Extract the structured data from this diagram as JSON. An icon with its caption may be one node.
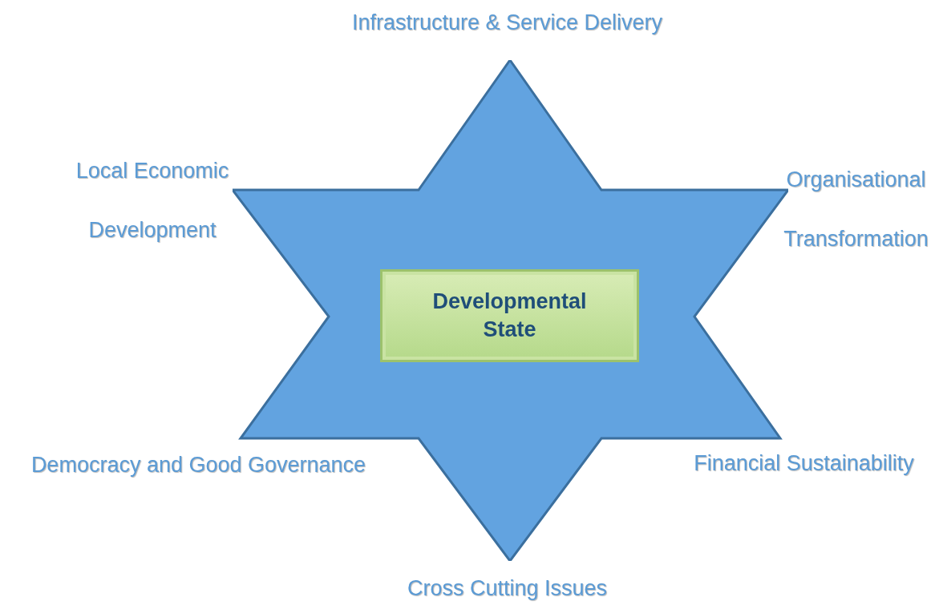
{
  "diagram": {
    "nodes": [
      {
        "text": [],
        "shape": "star"
      },
      {
        "text": [
          "Developmental State"
        ],
        "in": 0
      }
    ],
    "edges": [],
    "labels": [
      "Infrastructure & Service Delivery",
      "Local Economic Development",
      "Organisational Transformation",
      "Democracy and Good Governance",
      "Financial Sustainability",
      "Cross Cutting Issues"
    ]
  }
}
